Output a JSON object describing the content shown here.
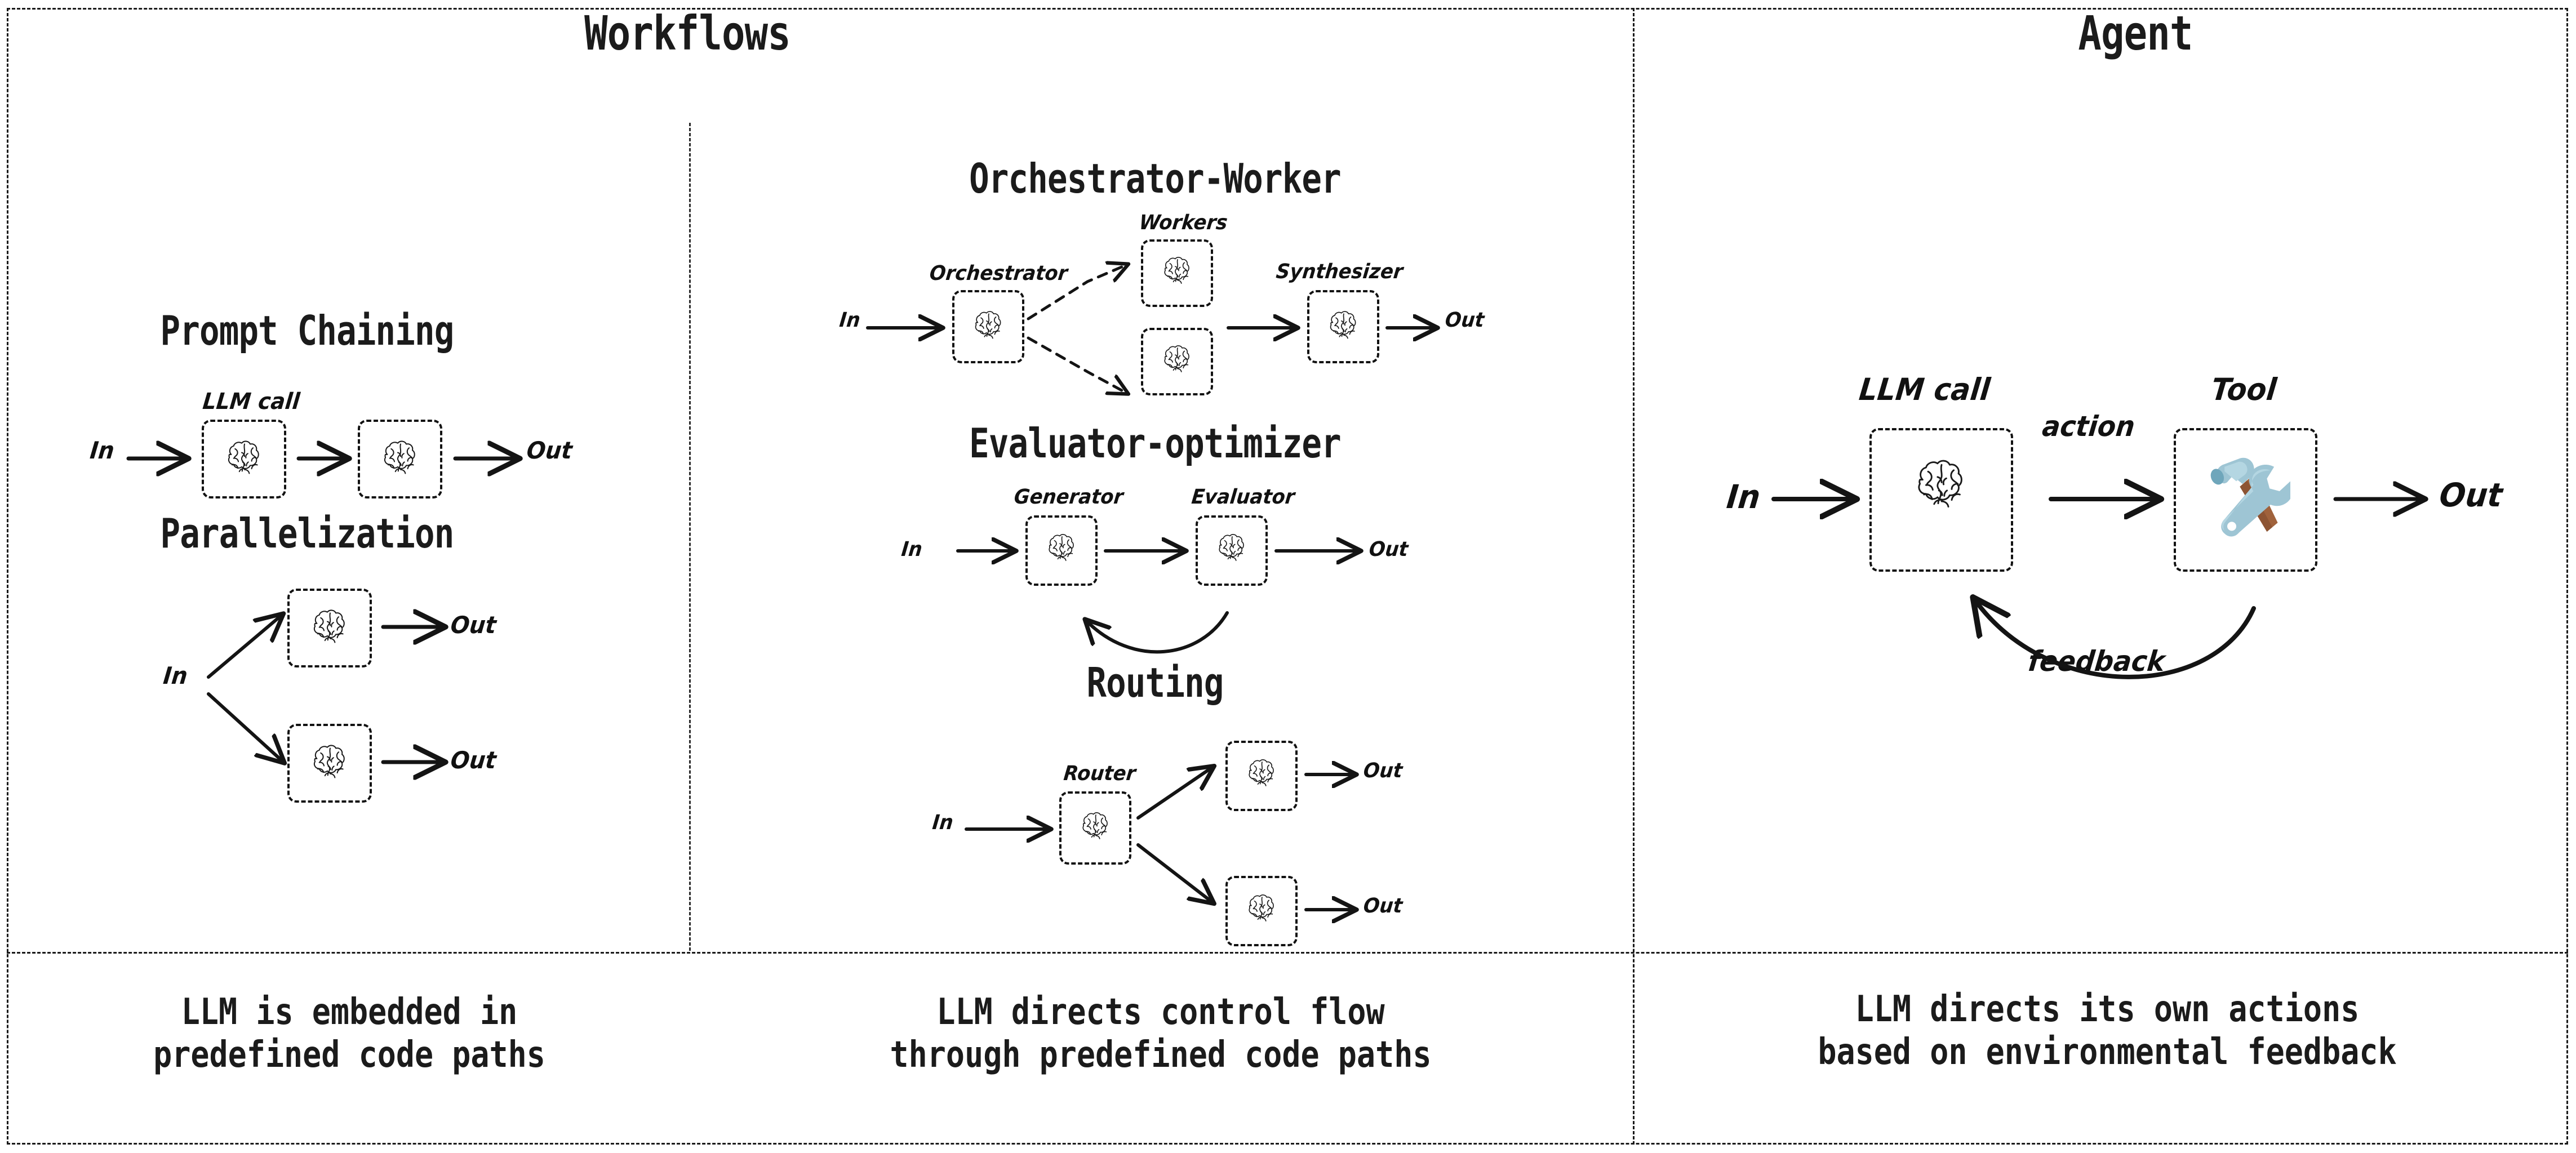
{
  "columns": {
    "workflows_title": "Workflows",
    "agent_title": "Agent"
  },
  "patterns": {
    "prompt_chaining": "Prompt Chaining",
    "parallelization": "Parallelization",
    "orchestrator_worker": "Orchestrator-Worker",
    "evaluator_optimizer": "Evaluator-optimizer",
    "routing": "Routing"
  },
  "labels": {
    "in": "In",
    "out": "Out",
    "llm_call": "LLM call",
    "orchestrator": "Orchestrator",
    "workers": "Workers",
    "synthesizer": "Synthesizer",
    "generator": "Generator",
    "evaluator": "Evaluator",
    "router": "Router",
    "tool": "Tool",
    "action": "action",
    "feedback": "feedback"
  },
  "captions": {
    "workflows_left_line1": "LLM is embedded in",
    "workflows_left_line2": "predefined code paths",
    "workflows_mid_line1": "LLM directs control flow",
    "workflows_mid_line2": "through predefined code paths",
    "agent_line1": "LLM directs its own actions",
    "agent_line2": "based on environmental feedback"
  },
  "icons": {
    "brain": "brain-icon",
    "tool": "hammer-and-wrench-icon"
  },
  "colors": {
    "ink": "#1b1b1b",
    "paper": "#ffffff",
    "tool_metal": "#9ec5d4",
    "tool_metal_dark": "#6fa6bb",
    "tool_handle": "#a0623c"
  }
}
